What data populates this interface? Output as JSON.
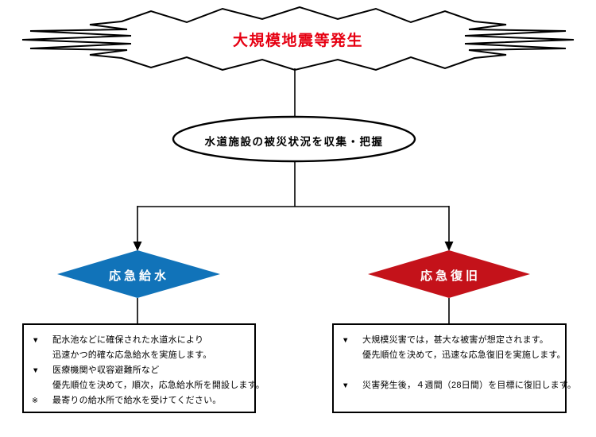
{
  "page": {
    "background": "#ffffff",
    "line_color": "#000000"
  },
  "burst": {
    "label": "大規模地震等発生",
    "text_color": "#e60012"
  },
  "ellipse": {
    "label": "水道施設の被災状況を収集・把握"
  },
  "branches": [
    {
      "name": "emergency-water-supply",
      "diamond_label": "応急給水",
      "diamond_color": "#1173b9",
      "box_lines": [
        {
          "m": "▼",
          "t": "配水池などに確保された水道水により"
        },
        {
          "m": "",
          "t": "迅速かつ的確な応急給水を実施します。"
        },
        {
          "m": "▼",
          "t": "医療機関や収容避難所など"
        },
        {
          "m": "",
          "t": "優先順位を決めて，順次，応急給水所を開設します。"
        },
        {
          "m": "※",
          "t": "最寄りの給水所で給水を受けてください。"
        }
      ]
    },
    {
      "name": "emergency-restoration",
      "diamond_label": "応急復旧",
      "diamond_color": "#c4121a",
      "box_lines": [
        {
          "m": "▼",
          "t": "大規模災害では，甚大な被害が想定されます。"
        },
        {
          "m": "",
          "t": "優先順位を決めて，迅速な応急復旧を実施します。"
        },
        {
          "m": "▼",
          "t": "災害発生後，４週間（28日間）を目標に復旧します。"
        }
      ]
    }
  ]
}
